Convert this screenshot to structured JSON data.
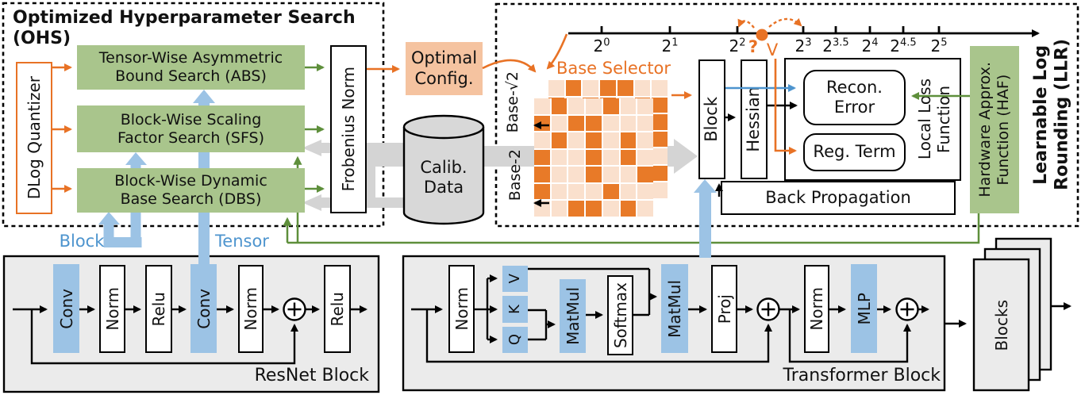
{
  "ohs": {
    "title_line1": "Optimized Hyperparameter Search",
    "title_line2": "(OHS)",
    "dlog_quantizer": "DLog Quantizer",
    "abs_line1": "Tensor-Wise Asymmetric",
    "abs_line2": "Bound Search (ABS)",
    "sfs_line1": "Block-Wise Scaling",
    "sfs_line2": "Factor Search (SFS)",
    "dbs_line1": "Block-Wise Dynamic",
    "dbs_line2": "Base Search (DBS)",
    "frobenius_norm": "Frobenius Norm"
  },
  "pipeline": {
    "optimal_config_line1": "Optimal",
    "optimal_config_line2": "Config.",
    "calib_line1": "Calib.",
    "calib_line2": "Data"
  },
  "annotations": {
    "block": "Block",
    "tensor": "Tensor"
  },
  "llr": {
    "title_line1": "Learnable Log",
    "title_line2": "Rounding (LLR)",
    "numberline": {
      "ticks": [
        {
          "base": "2",
          "exp": "0"
        },
        {
          "base": "2",
          "exp": "1"
        },
        {
          "base": "2",
          "exp": "2"
        },
        {
          "base": "2",
          "exp": "3"
        },
        {
          "base": "2",
          "exp": "3.5"
        },
        {
          "base": "2",
          "exp": "4"
        },
        {
          "base": "2",
          "exp": "4.5"
        },
        {
          "base": "2",
          "exp": "5"
        }
      ],
      "question_mark": "?",
      "v_label": "V"
    },
    "base_selector_title": "Base Selector",
    "base_sqrt2_label": "Base-√2",
    "base_2_label": "Base-2",
    "grid": {
      "front": [
        [
          0,
          1,
          0,
          0,
          1,
          0,
          0
        ],
        [
          1,
          0,
          1,
          1,
          0,
          0,
          0
        ],
        [
          0,
          1,
          0,
          1,
          0,
          1,
          0
        ],
        [
          1,
          0,
          0,
          1,
          0,
          1,
          0
        ],
        [
          1,
          0,
          0,
          1,
          0,
          0,
          1
        ],
        [
          1,
          0,
          0,
          0,
          1,
          0,
          0
        ],
        [
          0,
          0,
          1,
          1,
          0,
          1,
          0
        ]
      ],
      "back": [
        [
          0,
          1,
          0,
          1,
          1,
          0,
          0
        ],
        [
          1,
          0,
          1,
          1,
          0,
          1,
          1
        ],
        [
          0,
          0,
          1,
          0,
          1,
          0,
          1
        ],
        [
          1,
          0,
          0,
          1,
          0,
          0,
          1
        ],
        [
          0,
          1,
          0,
          0,
          1,
          0,
          0
        ],
        [
          0,
          0,
          1,
          0,
          0,
          1,
          1
        ],
        [
          1,
          0,
          0,
          1,
          0,
          0,
          0
        ]
      ]
    },
    "block": "Block",
    "hessian": "Hessian",
    "recon_line1": "Recon.",
    "recon_line2": "Error",
    "reg_term": "Reg. Term",
    "local_loss_line1": "Local Loss",
    "local_loss_line2": "Function",
    "back_propagation": "Back Propagation",
    "haf_line1": "Hardware Approx.",
    "haf_line2": "Function (HAF)"
  },
  "resnet": {
    "label": "ResNet Block",
    "conv1": "Conv",
    "norm1": "Norm",
    "relu1": "Relu",
    "conv2": "Conv",
    "norm2": "Norm",
    "relu2": "Relu"
  },
  "transformer": {
    "label": "Transformer Block",
    "norm1": "Norm",
    "v": "V",
    "k": "K",
    "q": "Q",
    "matmul1": "MatMul",
    "softmax": "Softmax",
    "matmul2": "MatMul",
    "proj": "Proj",
    "norm2": "Norm",
    "mlp": "MLP"
  },
  "blocks_stack": {
    "label": "Blocks"
  },
  "colors": {
    "orange": "#e87225",
    "orange_cell": "#e87a28",
    "orange_cell_light": "#fae0cd",
    "optimal_config_fill": "#f5c3a0",
    "green_box": "#a9c58c",
    "green_line": "#5e8f3b",
    "blue_fill": "#9cc3e5",
    "blue_text": "#4d94ce",
    "gray_pipe": "#d4d4d4",
    "gray_block": "#ebebeb",
    "cylinder_fill": "#d8d8d8"
  }
}
